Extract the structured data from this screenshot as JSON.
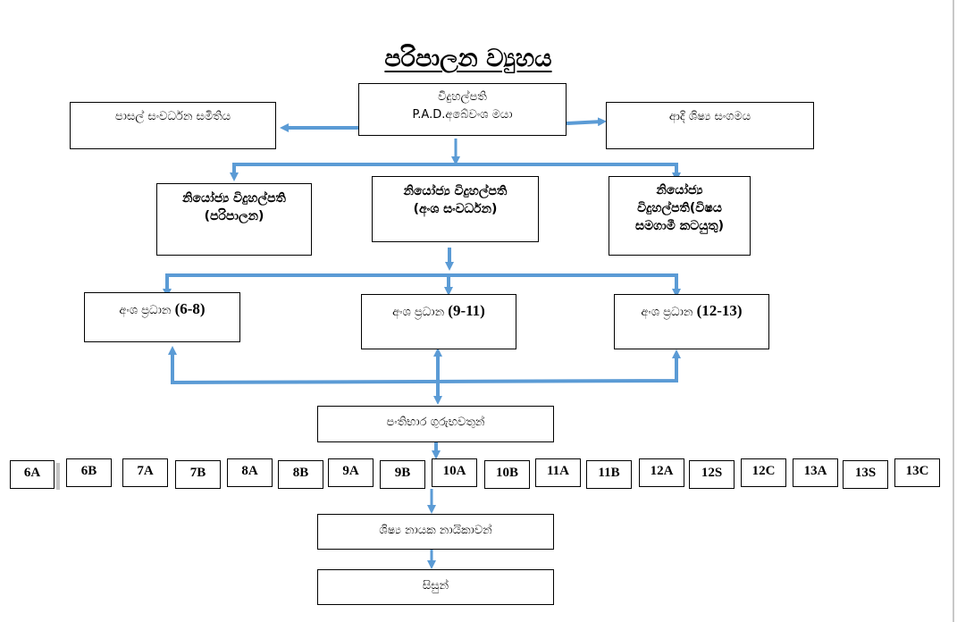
{
  "title": "පරිපාලන ව්‍යුහය",
  "colors": {
    "connector": "#5b9bd5",
    "border": "#000000",
    "background": "#ffffff"
  },
  "principal": {
    "role": "විදුහල්පති",
    "name": "P.A.D.අබේවංශ මයා"
  },
  "school_dev_committee": "පාසල් සංවර්ධන සමිතිය",
  "past_pupils": "ආදි ශිෂ්‍ය සංගමය",
  "deputies": [
    {
      "line1": "නියෝජ්‍ය විදුහල්පති",
      "line2": "(පරිපාලන)"
    },
    {
      "line1": "නියෝජ්‍ය විදුහල්පති",
      "line2": "(අංශ සංවර්ධන)"
    },
    {
      "line1": "නියෝජ්‍ය",
      "line2": "විදුහල්පති(විෂය",
      "line3": "සමගාමී කටයුතු)"
    }
  ],
  "section_heads": [
    {
      "label": "අංශ ප්‍රධාන",
      "range": "(6-8)"
    },
    {
      "label": "අංශ ප්‍රධාන",
      "range": "(9-11)"
    },
    {
      "label": "අංශ ප්‍රධාන",
      "range": "(12-13)"
    }
  ],
  "class_teachers": "පංතිභාර ගුරුභවතුන්",
  "classes": [
    "6A",
    "6B",
    "7A",
    "7B",
    "8A",
    "8B",
    "9A",
    "9B",
    "10A",
    "10B",
    "11A",
    "11B",
    "12A",
    "12S",
    "12C",
    "13A",
    "13S",
    "13C"
  ],
  "prefects": "ශිෂ්‍ය නායක නායිකාවන්",
  "students": "සිසුන්"
}
